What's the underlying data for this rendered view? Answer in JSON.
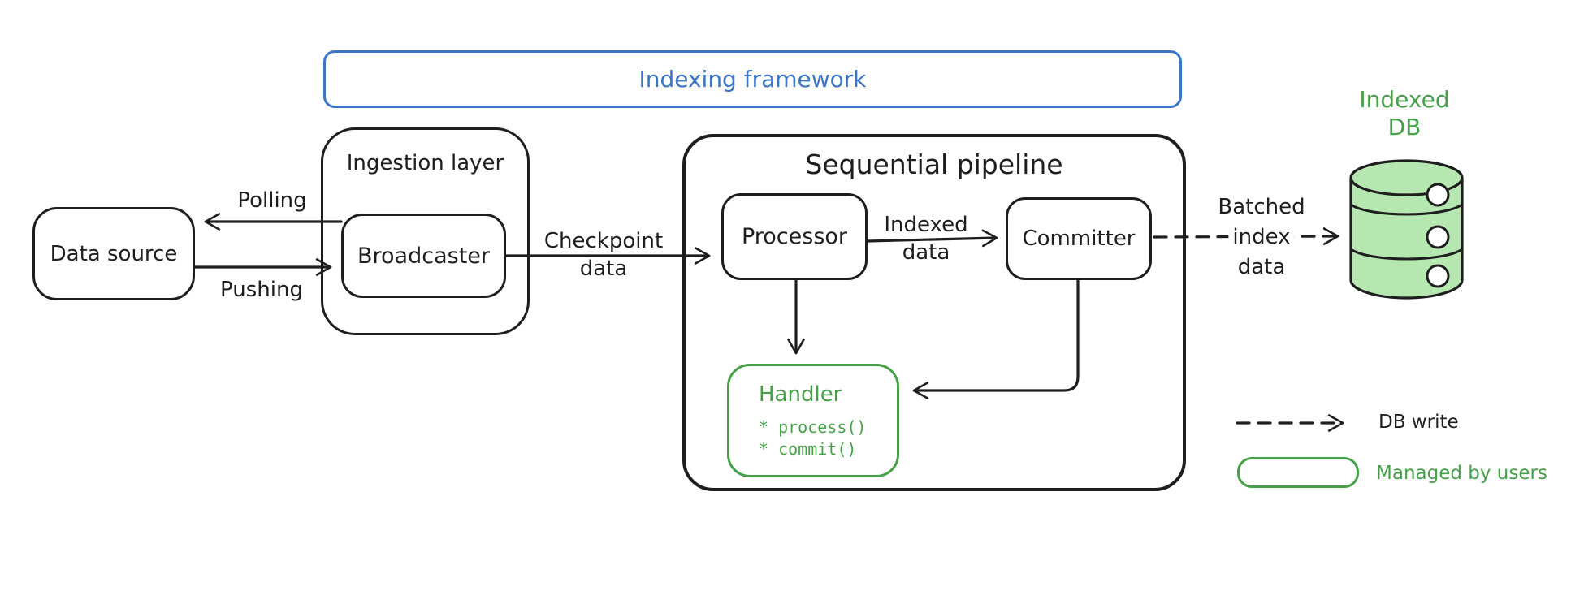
{
  "framework": {
    "label": "Indexing framework"
  },
  "boxes": {
    "ingestion": "Ingestion layer",
    "broadcaster": "Broadcaster",
    "data_source": "Data source",
    "pipeline": "Sequential pipeline",
    "processor": "Processor",
    "committer": "Committer"
  },
  "handler": {
    "title": "Handler",
    "methods": [
      "* process()",
      "* commit()"
    ]
  },
  "db": {
    "name_lines": [
      "Indexed",
      "DB"
    ]
  },
  "edges": {
    "polling": "Polling",
    "pushing": "Pushing",
    "checkpoint_lines": [
      "Checkpoint",
      "data"
    ],
    "indexed_lines": [
      "Indexed",
      "data"
    ],
    "batched_lines": [
      "Batched",
      "index",
      "data"
    ]
  },
  "legend": {
    "db_write": "DB write",
    "managed": "Managed by users"
  },
  "colors": {
    "accent_blue": "#3b75c6",
    "accent_green": "#45a049",
    "db_fill": "#b7e7b1",
    "ink": "#1e1e1e"
  }
}
